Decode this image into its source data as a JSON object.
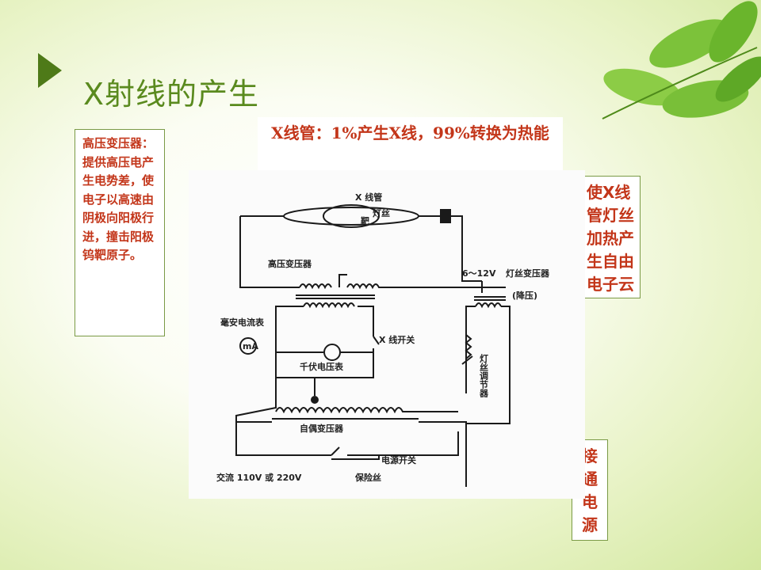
{
  "slide": {
    "title": "X射线的产生"
  },
  "notes": {
    "left": "高压变压器：提供高压电产生电势差，使电子以高速由阴极向阳极行进，撞击阳极钨靶原子。",
    "right": "使X线管灯丝加热产生自由电子云",
    "bottom": [
      "接",
      "通",
      "电",
      "源"
    ]
  },
  "caption": "X线管：1%产生X线，99%转换为热能",
  "diagram": {
    "labels": {
      "tube": "X 线管",
      "filament_tube": "灯丝",
      "target": "靶",
      "hv_transformer": "高压变压器",
      "filament_voltage": "6～12V",
      "filament_transformer": "灯丝变压器",
      "step_down": "(降压)",
      "ammeter": "毫安电流表",
      "ammeter_symbol": "mA",
      "x_switch": "X 线开关",
      "kv_meter": "千伏电压表",
      "filament_regulator": "灯丝调节器",
      "autotransformer": "自偶变压器",
      "power_switch": "电源开关",
      "ac_supply": "交流 110V 或 220V",
      "fuse": "保险丝"
    }
  },
  "colors": {
    "accent": "#4e7a18",
    "title": "#5a8a1e",
    "note_text": "#c3361a"
  }
}
